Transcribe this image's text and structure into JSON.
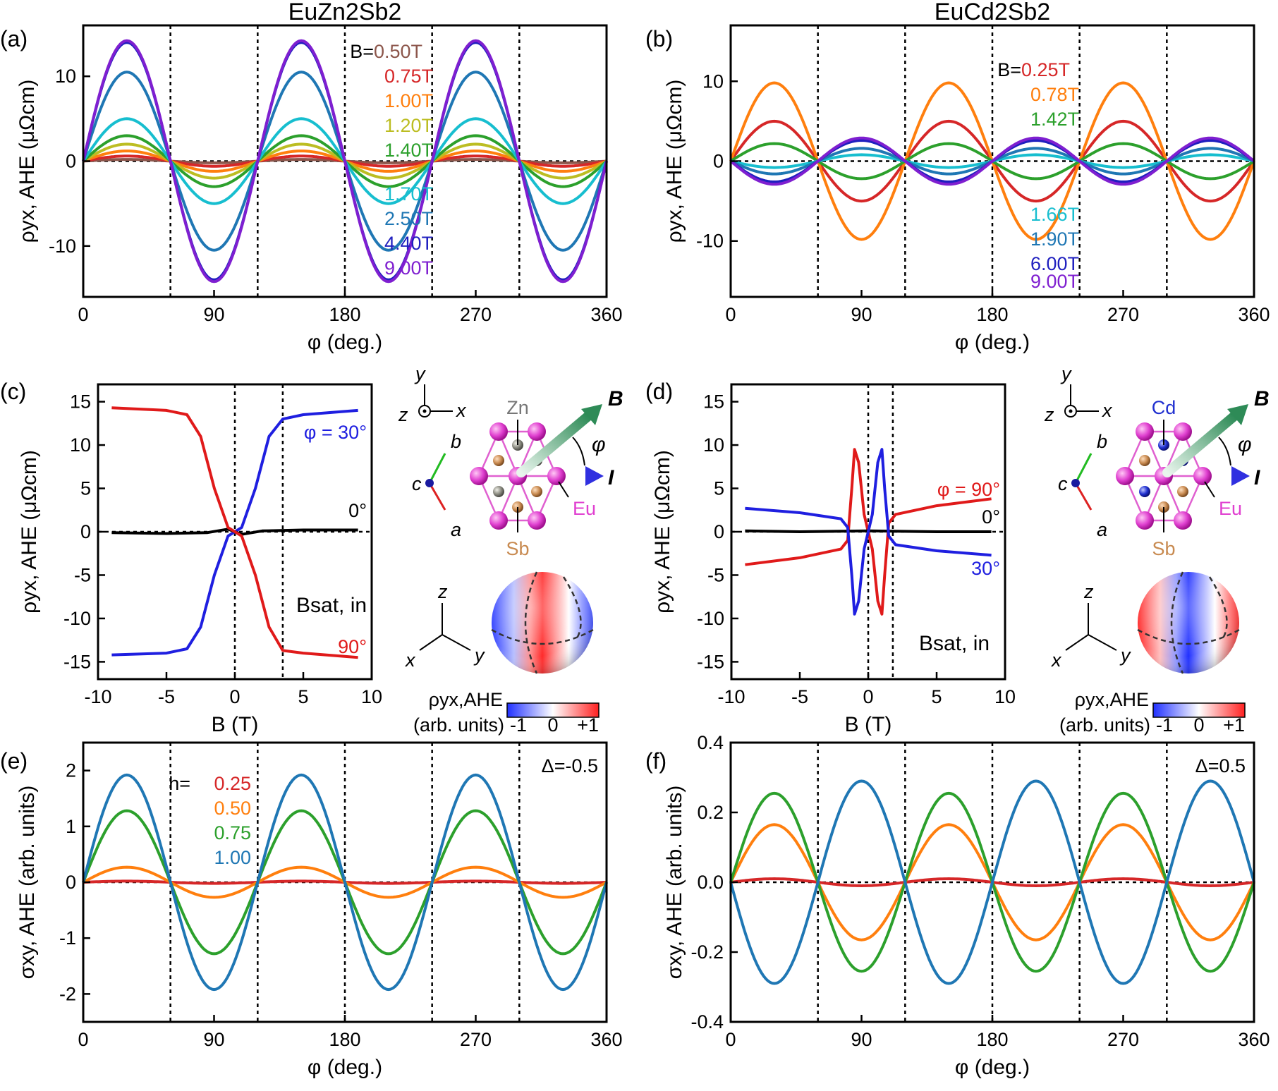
{
  "chart_data": [
    {
      "id": "a",
      "type": "line",
      "panel_label": "(a)",
      "title": "EuZn2Sb2",
      "xlabel": "φ (deg.)",
      "ylabel": "ρyx, AHE (μΩcm)",
      "xlim": [
        0,
        360
      ],
      "ylim": [
        -16,
        16
      ],
      "xticks": [
        "0",
        "90",
        "180",
        "270",
        "360"
      ],
      "xtick_values": [
        0,
        90,
        180,
        270,
        360
      ],
      "yticks": [
        "-10",
        "0",
        "10"
      ],
      "ytick_values": [
        -10,
        0,
        10
      ],
      "vlines": [
        60,
        120,
        180,
        240,
        300
      ],
      "hline": 0,
      "legend_prefix": "B=",
      "series": [
        {
          "name": "0.50T",
          "color": "#8c564b",
          "amplitude": 0.2,
          "period": 120,
          "phase": 0
        },
        {
          "name": "0.75T",
          "color": "#d62728",
          "amplitude": 0.6,
          "period": 120,
          "phase": 0
        },
        {
          "name": "1.00T",
          "color": "#ff7f0e",
          "amplitude": 1.2,
          "period": 120,
          "phase": 0
        },
        {
          "name": "1.20T",
          "color": "#bcbd22",
          "amplitude": 2.0,
          "period": 120,
          "phase": 0
        },
        {
          "name": "1.40T",
          "color": "#2ca02c",
          "amplitude": 3.0,
          "period": 120,
          "phase": 0
        },
        {
          "name": "1.70T",
          "color": "#17becf",
          "amplitude": 5.0,
          "period": 120,
          "phase": 0
        },
        {
          "name": "2.50T",
          "color": "#1f77b4",
          "amplitude": 10.5,
          "period": 120,
          "phase": 0
        },
        {
          "name": "4.40T",
          "color": "#1f1fbf",
          "amplitude": 14.0,
          "period": 120,
          "phase": 0
        },
        {
          "name": "9.00T",
          "color": "#7f1fd0",
          "amplitude": 14.2,
          "period": 120,
          "phase": 0
        }
      ]
    },
    {
      "id": "b",
      "type": "line",
      "panel_label": "(b)",
      "title": "EuCd2Sb2",
      "xlabel": "φ (deg.)",
      "ylabel": "ρyx, AHE (μΩcm)",
      "xlim": [
        0,
        360
      ],
      "ylim": [
        -17,
        17
      ],
      "xticks": [
        "0",
        "90",
        "180",
        "270",
        "360"
      ],
      "xtick_values": [
        0,
        90,
        180,
        270,
        360
      ],
      "yticks": [
        "-10",
        "0",
        "10"
      ],
      "ytick_values": [
        -10,
        0,
        10
      ],
      "vlines": [
        60,
        120,
        180,
        240,
        300
      ],
      "hline": 0,
      "legend_prefix": "B=",
      "series": [
        {
          "name": "0.25T",
          "color": "#d62728",
          "amplitude": 5.0,
          "period": 120,
          "phase": 0
        },
        {
          "name": "0.78T",
          "color": "#ff7f0e",
          "amplitude": 9.8,
          "period": 120,
          "phase": 0
        },
        {
          "name": "1.42T",
          "color": "#2ca02c",
          "amplitude": 2.2,
          "period": 120,
          "phase": 0
        },
        {
          "name": "1.66T",
          "color": "#17becf",
          "amplitude": -0.8,
          "period": 120,
          "phase": 0
        },
        {
          "name": "1.90T",
          "color": "#1f77b4",
          "amplitude": -1.6,
          "period": 120,
          "phase": 0
        },
        {
          "name": "6.00T",
          "color": "#1f1fbf",
          "amplitude": -2.6,
          "period": 120,
          "phase": 0
        },
        {
          "name": "9.00T",
          "color": "#7f1fd0",
          "amplitude": -2.9,
          "period": 120,
          "phase": 0
        }
      ]
    },
    {
      "id": "c",
      "type": "line",
      "panel_label": "(c)",
      "xlabel": "B (T)",
      "ylabel": "ρyx, AHE (μΩcm)",
      "xlim": [
        -10,
        10
      ],
      "ylim": [
        -17,
        17
      ],
      "xticks": [
        "-10",
        "-5",
        "0",
        "5",
        "10"
      ],
      "xtick_values": [
        -10,
        -5,
        0,
        5,
        10
      ],
      "yticks": [
        "-15",
        "-10",
        "-5",
        "0",
        "5",
        "10",
        "15"
      ],
      "ytick_values": [
        -15,
        -10,
        -5,
        0,
        5,
        10,
        15
      ],
      "vlines": [
        0,
        3.5
      ],
      "hline": 0,
      "annotation": "Bsat, in",
      "series": [
        {
          "name": "φ = 30°",
          "color": "#1f1fe0",
          "points": [
            [
              -9,
              -14.2
            ],
            [
              -5,
              -14.0
            ],
            [
              -3.5,
              -13.5
            ],
            [
              -2.5,
              -11
            ],
            [
              -1.5,
              -5
            ],
            [
              -0.5,
              -0.5
            ],
            [
              0,
              0
            ],
            [
              0.5,
              0.5
            ],
            [
              1.5,
              5
            ],
            [
              2.5,
              11
            ],
            [
              3.5,
              13.0
            ],
            [
              5,
              13.5
            ],
            [
              9,
              14.0
            ]
          ]
        },
        {
          "name": "0°",
          "color": "#000000",
          "points": [
            [
              -9,
              -0.1
            ],
            [
              -5,
              -0.2
            ],
            [
              -2,
              -0.1
            ],
            [
              -0.5,
              0.3
            ],
            [
              0.5,
              -0.3
            ],
            [
              2,
              0.1
            ],
            [
              5,
              0.2
            ],
            [
              9,
              0.2
            ]
          ]
        },
        {
          "name": "90°",
          "color": "#e01a1a",
          "points": [
            [
              -9,
              14.3
            ],
            [
              -5,
              14.0
            ],
            [
              -3.5,
              13.5
            ],
            [
              -2.5,
              11
            ],
            [
              -1.5,
              5
            ],
            [
              -0.5,
              0.5
            ],
            [
              0,
              0
            ],
            [
              0.5,
              -0.5
            ],
            [
              1.5,
              -5
            ],
            [
              2.5,
              -11
            ],
            [
              3.5,
              -13.7
            ],
            [
              5,
              -14.0
            ],
            [
              9,
              -14.5
            ]
          ]
        }
      ]
    },
    {
      "id": "d",
      "type": "line",
      "panel_label": "(d)",
      "xlabel": "B (T)",
      "ylabel": "ρyx, AHE (μΩcm)",
      "xlim": [
        -10,
        10
      ],
      "ylim": [
        -17,
        17
      ],
      "xticks": [
        "-10",
        "-5",
        "0",
        "5",
        "10"
      ],
      "xtick_values": [
        -10,
        -5,
        0,
        5,
        10
      ],
      "yticks": [
        "-15",
        "-10",
        "-5",
        "0",
        "5",
        "10",
        "15"
      ],
      "ytick_values": [
        -15,
        -10,
        -5,
        0,
        5,
        10,
        15
      ],
      "vlines": [
        0,
        1.8
      ],
      "hline": 0,
      "annotation": "Bsat, in",
      "series": [
        {
          "name": "φ = 90°",
          "color": "#e01a1a",
          "points": [
            [
              -9,
              -3.8
            ],
            [
              -5,
              -3.0
            ],
            [
              -2,
              -2.0
            ],
            [
              -1.5,
              -1
            ],
            [
              -1.2,
              5
            ],
            [
              -1.0,
              9.5
            ],
            [
              -0.7,
              8
            ],
            [
              -0.3,
              2
            ],
            [
              0,
              0
            ],
            [
              0.3,
              -2
            ],
            [
              0.7,
              -8
            ],
            [
              1.0,
              -9.5
            ],
            [
              1.2,
              -5
            ],
            [
              1.5,
              1
            ],
            [
              2,
              2.0
            ],
            [
              5,
              3.0
            ],
            [
              9,
              3.8
            ]
          ]
        },
        {
          "name": "0°",
          "color": "#000000",
          "points": [
            [
              -9,
              0.1
            ],
            [
              -5,
              0.0
            ],
            [
              0,
              0.1
            ],
            [
              5,
              0.0
            ],
            [
              9,
              0.0
            ]
          ]
        },
        {
          "name": "30°",
          "color": "#1f1fe0",
          "points": [
            [
              -9,
              2.7
            ],
            [
              -5,
              2.2
            ],
            [
              -2,
              1.5
            ],
            [
              -1.5,
              0.5
            ],
            [
              -1.2,
              -5
            ],
            [
              -1.0,
              -9.5
            ],
            [
              -0.7,
              -8
            ],
            [
              -0.3,
              -2
            ],
            [
              0,
              0
            ],
            [
              0.3,
              2
            ],
            [
              0.7,
              8
            ],
            [
              1.0,
              9.5
            ],
            [
              1.2,
              5
            ],
            [
              1.5,
              -0.5
            ],
            [
              2,
              -1.5
            ],
            [
              5,
              -2.2
            ],
            [
              9,
              -2.7
            ]
          ]
        }
      ]
    },
    {
      "id": "e",
      "type": "line",
      "panel_label": "(e)",
      "xlabel": "φ (deg.)",
      "ylabel": "σxy, AHE (arb. units)",
      "xlim": [
        0,
        360
      ],
      "ylim": [
        -2.5,
        2.5
      ],
      "xticks": [
        "0",
        "90",
        "180",
        "270",
        "360"
      ],
      "xtick_values": [
        0,
        90,
        180,
        270,
        360
      ],
      "yticks": [
        "-2",
        "-1",
        "0",
        "1",
        "2"
      ],
      "ytick_values": [
        -2,
        -1,
        0,
        1,
        2
      ],
      "vlines": [
        60,
        120,
        180,
        240,
        300
      ],
      "hline": 0,
      "legend_prefix": "h=",
      "corner_label": "Δ=-0.5",
      "series": [
        {
          "name": "0.25",
          "color": "#d62728",
          "amplitude": 0.02,
          "period": 120,
          "phase": 0
        },
        {
          "name": "0.50",
          "color": "#ff7f0e",
          "amplitude": 0.27,
          "period": 120,
          "phase": 0
        },
        {
          "name": "0.75",
          "color": "#2ca02c",
          "amplitude": 1.28,
          "period": 120,
          "phase": 0
        },
        {
          "name": "1.00",
          "color": "#1f77b4",
          "amplitude": 1.92,
          "period": 120,
          "phase": 0
        }
      ]
    },
    {
      "id": "f",
      "type": "line",
      "panel_label": "(f)",
      "xlabel": "φ (deg.)",
      "ylabel": "σxy, AHE (arb. units)",
      "xlim": [
        0,
        360
      ],
      "ylim": [
        -0.4,
        0.4
      ],
      "xticks": [
        "0",
        "90",
        "180",
        "270",
        "360"
      ],
      "xtick_values": [
        0,
        90,
        180,
        270,
        360
      ],
      "yticks": [
        "-0.4",
        "-0.2",
        "0.0",
        "0.2",
        "0.4"
      ],
      "ytick_values": [
        -0.4,
        -0.2,
        0,
        0.2,
        0.4
      ],
      "vlines": [
        60,
        120,
        180,
        240,
        300
      ],
      "hline": 0,
      "corner_label": "Δ=0.5",
      "series": [
        {
          "color": "#d62728",
          "amplitude": 0.01,
          "period": 120,
          "phase": 0
        },
        {
          "color": "#ff7f0e",
          "amplitude": 0.165,
          "period": 120,
          "phase": 0
        },
        {
          "color": "#2ca02c",
          "amplitude": 0.255,
          "period": 120,
          "phase": 0
        },
        {
          "color": "#1f77b4",
          "amplitude": -0.29,
          "period": 120,
          "phase": 0
        }
      ]
    }
  ],
  "insets": {
    "c": {
      "atom_labels": {
        "top": "Zn",
        "bottom": "Sb",
        "right": "Eu"
      },
      "vector_labels": {
        "field": "B",
        "angle": "φ",
        "current": "I"
      },
      "axis_labels": {
        "x": "x",
        "y": "y",
        "z": "z",
        "a": "a",
        "b": "b",
        "c": "c"
      },
      "colorbar": {
        "label1": "ρyx,AHE",
        "label2": "(arb. units)",
        "min": "-1",
        "mid": "0",
        "max": "+1"
      }
    },
    "d": {
      "atom_labels": {
        "top": "Cd",
        "bottom": "Sb",
        "right": "Eu"
      },
      "vector_labels": {
        "field": "B",
        "angle": "φ",
        "current": "I"
      },
      "axis_labels": {
        "x": "x",
        "y": "y",
        "z": "z",
        "a": "a",
        "b": "b",
        "c": "c"
      },
      "colorbar": {
        "label1": "ρyx,AHE",
        "label2": "(arb. units)",
        "min": "-1",
        "mid": "0",
        "max": "+1"
      }
    }
  }
}
